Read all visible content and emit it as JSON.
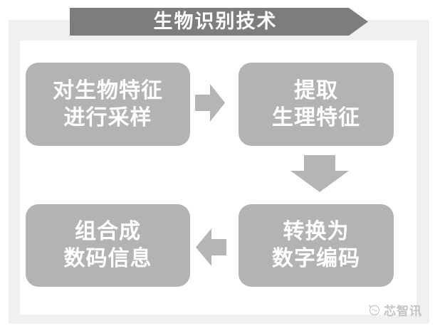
{
  "title": "生物识别技术",
  "steps": [
    {
      "lines": [
        "对生物特征",
        "进行采样"
      ]
    },
    {
      "lines": [
        "提取",
        "生理特征"
      ]
    },
    {
      "lines": [
        "转换为",
        "数字编码"
      ]
    },
    {
      "lines": [
        "组合成",
        "数码信息"
      ]
    }
  ],
  "flow_icons": [
    "arrow-right-icon",
    "arrow-down-icon",
    "arrow-left-icon"
  ],
  "watermark": {
    "logo_icon": "xinzhixun-logo-icon",
    "text": "芯智讯"
  },
  "colors": {
    "banner_gray": "#7d7d7d",
    "box_gray": "#b3b3b3",
    "arrow_gray": "#b5b5b5",
    "frame_gray": "#f0f0f0",
    "text_white": "#ffffff",
    "watermark_gray": "#c3c3c3"
  }
}
